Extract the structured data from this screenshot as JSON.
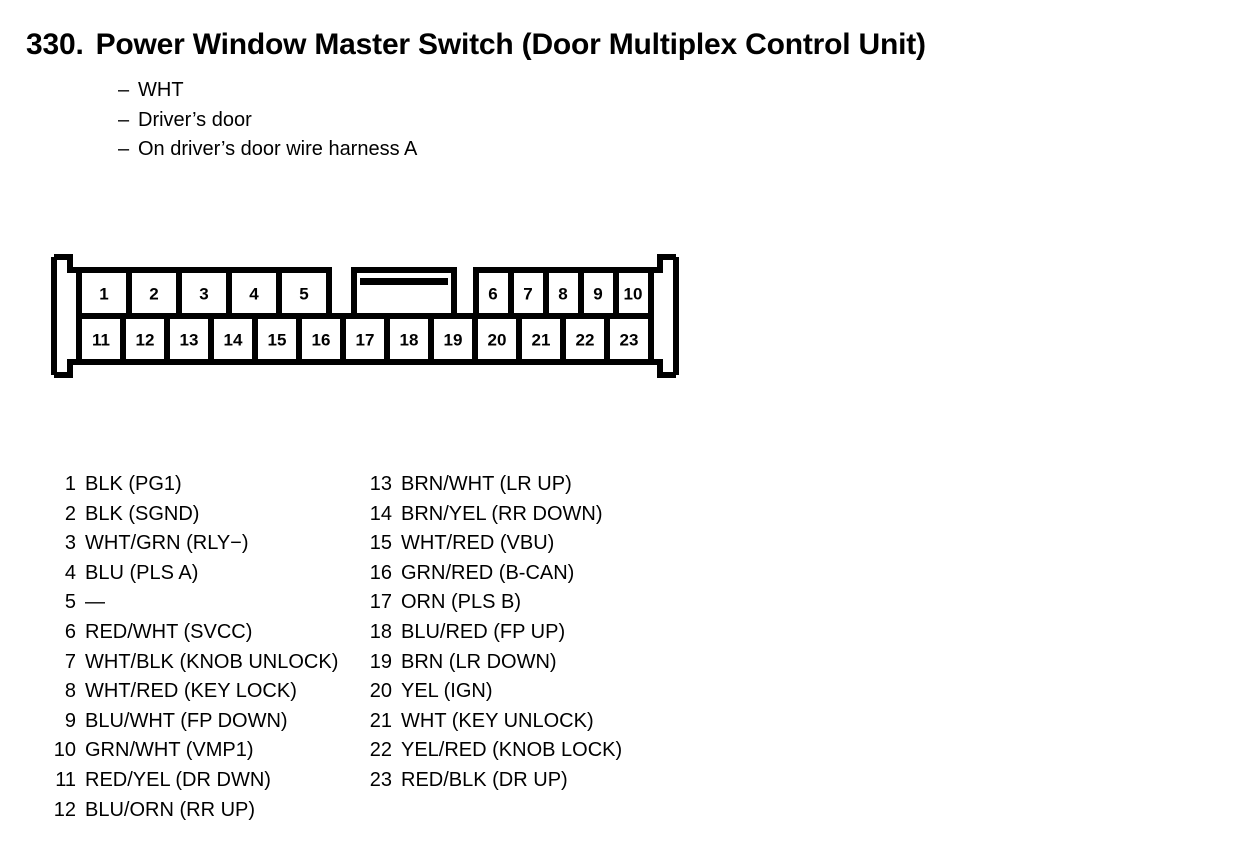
{
  "title": {
    "number": "330.",
    "text": "Power Window Master Switch (Door Multiplex Control Unit)"
  },
  "subtitle": {
    "dash": "–",
    "lines": [
      "WHT",
      "Driver’s door",
      "On driver’s door wire harness A"
    ]
  },
  "connector": {
    "top_row": [
      "1",
      "2",
      "3",
      "4",
      "5",
      "6",
      "7",
      "8",
      "9",
      "10"
    ],
    "bottom_row": [
      "11",
      "12",
      "13",
      "14",
      "15",
      "16",
      "17",
      "18",
      "19",
      "20",
      "21",
      "22",
      "23"
    ],
    "keyway_label": "keyway-slot"
  },
  "pin_legend": {
    "left_column": [
      {
        "pin": "1",
        "desc": "BLK (PG1)"
      },
      {
        "pin": "2",
        "desc": "BLK (SGND)"
      },
      {
        "pin": "3",
        "desc": "WHT/GRN (RLY−)"
      },
      {
        "pin": "4",
        "desc": "BLU (PLS A)"
      },
      {
        "pin": "5",
        "desc": "—"
      },
      {
        "pin": "6",
        "desc": "RED/WHT (SVCC)"
      },
      {
        "pin": "7",
        "desc": "WHT/BLK (KNOB UNLOCK)"
      },
      {
        "pin": "8",
        "desc": "WHT/RED (KEY LOCK)"
      },
      {
        "pin": "9",
        "desc": "BLU/WHT (FP DOWN)"
      },
      {
        "pin": "10",
        "desc": "GRN/WHT (VMP1)"
      },
      {
        "pin": "11",
        "desc": "RED/YEL (DR DWN)"
      },
      {
        "pin": "12",
        "desc": "BLU/ORN (RR UP)"
      }
    ],
    "right_column": [
      {
        "pin": "13",
        "desc": "BRN/WHT (LR UP)"
      },
      {
        "pin": "14",
        "desc": "BRN/YEL (RR DOWN)"
      },
      {
        "pin": "15",
        "desc": "WHT/RED (VBU)"
      },
      {
        "pin": "16",
        "desc": "GRN/RED (B-CAN)"
      },
      {
        "pin": "17",
        "desc": "ORN (PLS B)"
      },
      {
        "pin": "18",
        "desc": "BLU/RED (FP UP)"
      },
      {
        "pin": "19",
        "desc": "BRN (LR DOWN)"
      },
      {
        "pin": "20",
        "desc": "YEL (IGN)"
      },
      {
        "pin": "21",
        "desc": "WHT (KEY UNLOCK)"
      },
      {
        "pin": "22",
        "desc": "YEL/RED (KNOB LOCK)"
      },
      {
        "pin": "23",
        "desc": "RED/BLK (DR UP)"
      }
    ]
  },
  "colors": {
    "ink": "#000000",
    "paper": "#ffffff"
  }
}
